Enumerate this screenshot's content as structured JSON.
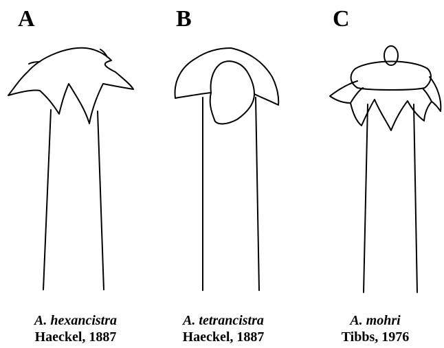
{
  "panels": [
    {
      "letter": "A",
      "species": "A. hexancistra",
      "authority": "Haeckel, 1887"
    },
    {
      "letter": "B",
      "species": "A. tetrancistra",
      "authority": "Haeckel, 1887"
    },
    {
      "letter": "C",
      "species": "A. mohri",
      "authority": "Tibbs, 1976"
    }
  ],
  "colors": {
    "line": "#000000",
    "background": "#ffffff"
  }
}
